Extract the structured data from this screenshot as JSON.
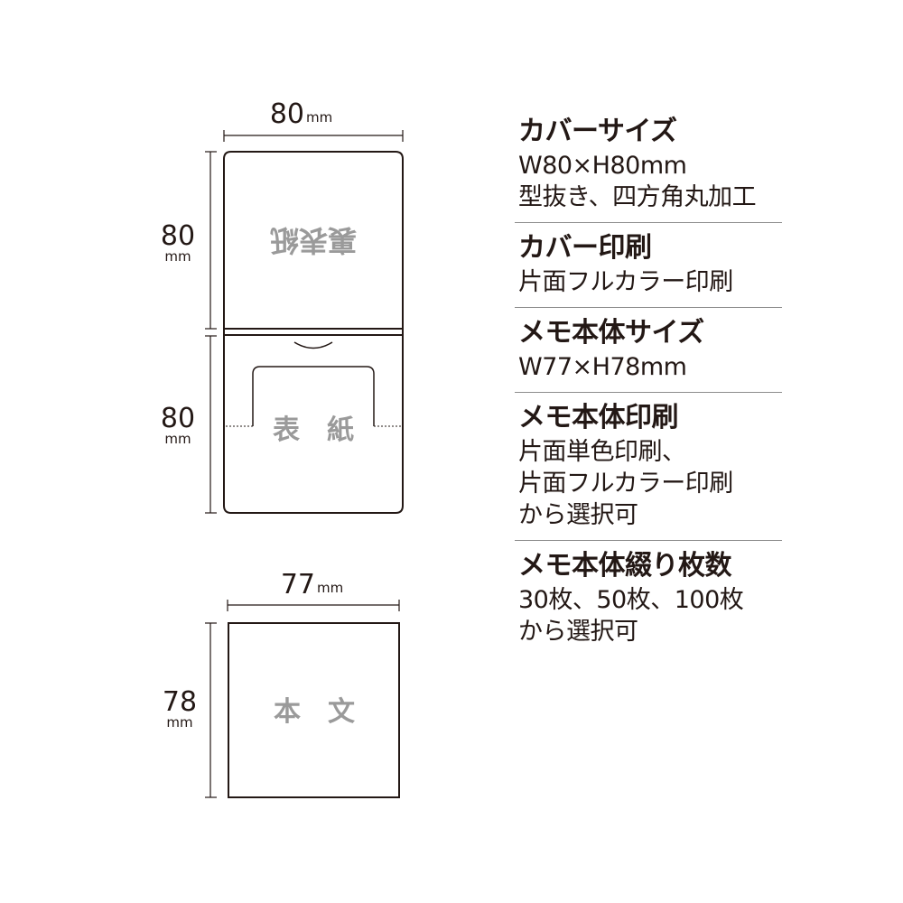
{
  "diagram": {
    "cover_width_label": "80",
    "cover_top_height_label": "80",
    "cover_bottom_height_label": "80",
    "body_width_label": "77",
    "body_height_label": "78",
    "unit": "mm",
    "cover_back_label": "裏表紙",
    "cover_front_label": "表　紙",
    "body_label": "本　文",
    "line_color": "#231815",
    "label_color": "#9a9a9a"
  },
  "specs": [
    {
      "title": "カバーサイズ",
      "lines": [
        "W80×H80mm",
        "型抜き、四方角丸加工"
      ]
    },
    {
      "title": "カバー印刷",
      "lines": [
        "片面フルカラー印刷"
      ]
    },
    {
      "title": "メモ本体サイズ",
      "lines": [
        "W77×H78mm"
      ]
    },
    {
      "title": "メモ本体印刷",
      "lines": [
        "片面単色印刷、",
        "片面フルカラー印刷",
        "から選択可"
      ]
    },
    {
      "title": "メモ本体綴り枚数",
      "lines": [
        "30枚、50枚、100枚",
        "から選択可"
      ]
    }
  ]
}
